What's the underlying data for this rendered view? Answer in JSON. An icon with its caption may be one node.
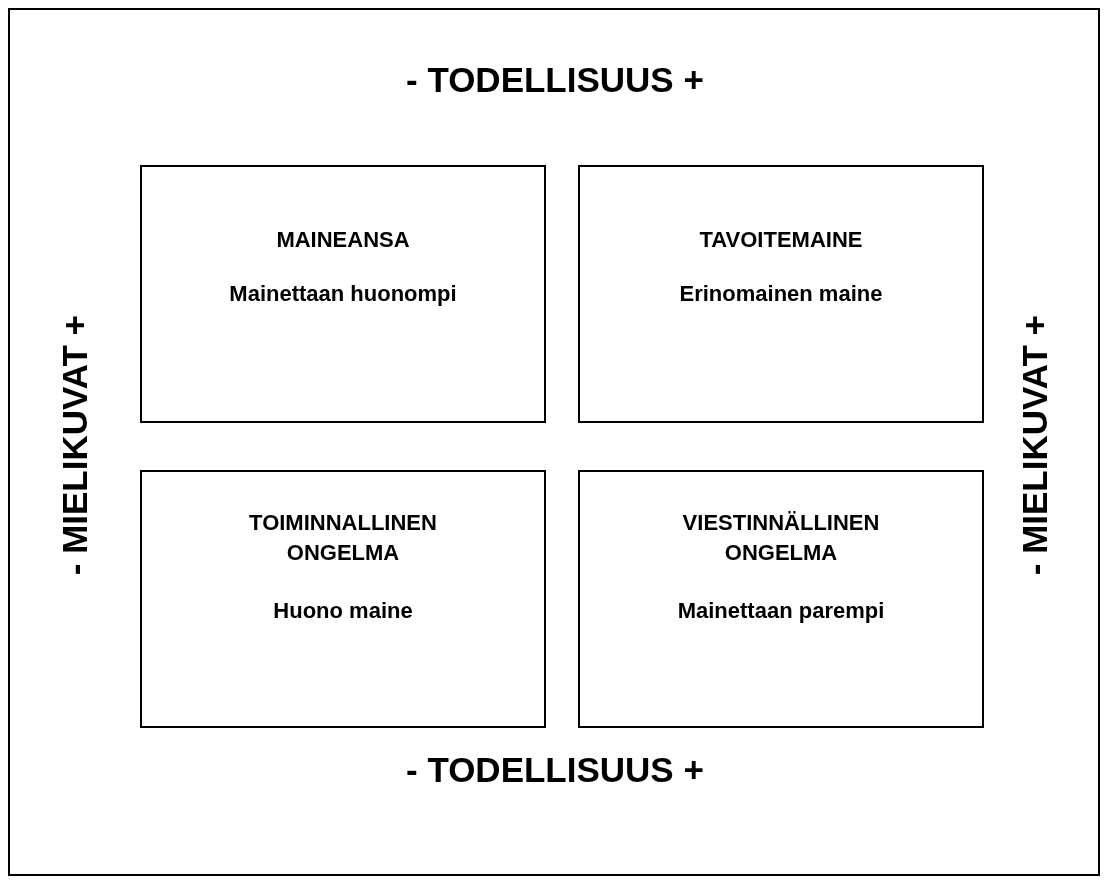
{
  "diagram": {
    "nodes": [
      {
        "text": [
          "MAINEANSA",
          "Mainettaan huonompi"
        ]
      },
      {
        "text": [
          "TAVOITEMAINE",
          "Erinomainen maine"
        ]
      },
      {
        "text": [
          "TOIMINNALLINEN ONGELMA",
          "Huono maine"
        ]
      },
      {
        "text": [
          "VIESTINNÄLLINEN ONGELMA",
          "Mainettaan parempi"
        ]
      }
    ],
    "labels": [
      "- TODELLISUUS +",
      "- MIELIKUVAT +",
      "- MIELIKUVAT +",
      "- TODELLISUUS +"
    ]
  }
}
